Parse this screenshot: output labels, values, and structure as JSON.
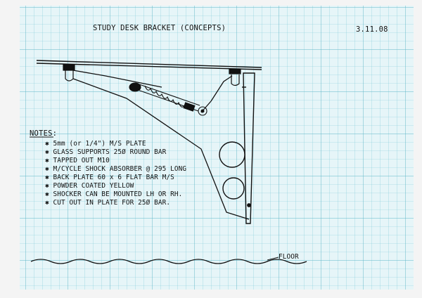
{
  "title": "STUDY DESK BRACKET (CONCEPTS)",
  "date": "3.11.08",
  "notes_heading": "NOTES:",
  "notes": [
    "5mm (or 1/4\") M/S PLATE",
    "GLASS SUPPORTS 25Ø ROUND BAR",
    "TAPPED OUT M10",
    "M/CYCLE SHOCK ABSORBER @ 295 LONG",
    "BACK PLATE 60 x 6 FLAT BAR M/S",
    "POWDER COATED YELLOW",
    "SHOCKER CAN BE MOUNTED LH OR RH.",
    "CUT OUT IN PLATE FOR 25Ø BAR."
  ],
  "floor_label": "FLOOR",
  "colors": {
    "paper": "#e6f5f8",
    "grid_line": "#7cc8d6",
    "ink": "#111111",
    "margin": "#f4f4f4"
  }
}
